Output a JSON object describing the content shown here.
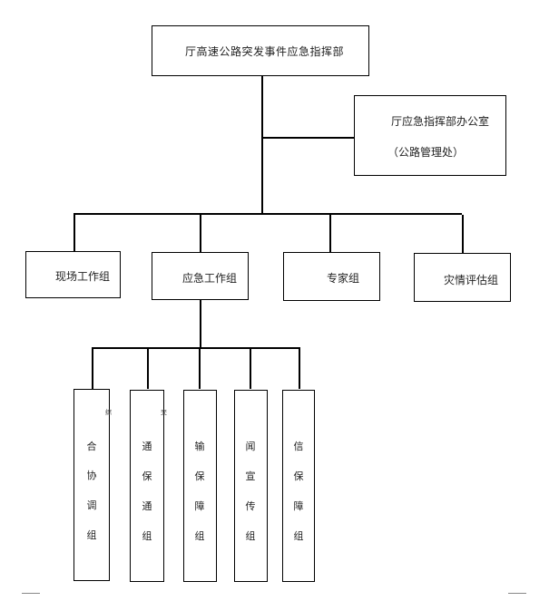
{
  "diagram": {
    "top": {
      "hq": "厅高速公路突发事件应急指挥部",
      "office_line1": "厅应急指挥部办公室",
      "office_line2": "（公路管理处）"
    },
    "groups": {
      "onsite": "现场工作组",
      "emergency": "应急工作组",
      "expert": "专家组",
      "assessment": "灾情评估组"
    },
    "subgroups": [
      {
        "chars": [
          "合",
          "协",
          "调",
          "组"
        ]
      },
      {
        "chars": [
          "通",
          "保",
          "通",
          "组"
        ]
      },
      {
        "chars": [
          "输",
          "保",
          "障",
          "组"
        ]
      },
      {
        "chars": [
          "闻",
          "宣",
          "传",
          "组"
        ]
      },
      {
        "chars": [
          "信",
          "保",
          "障",
          "组"
        ]
      }
    ],
    "fragments": [
      "综",
      "交"
    ]
  }
}
